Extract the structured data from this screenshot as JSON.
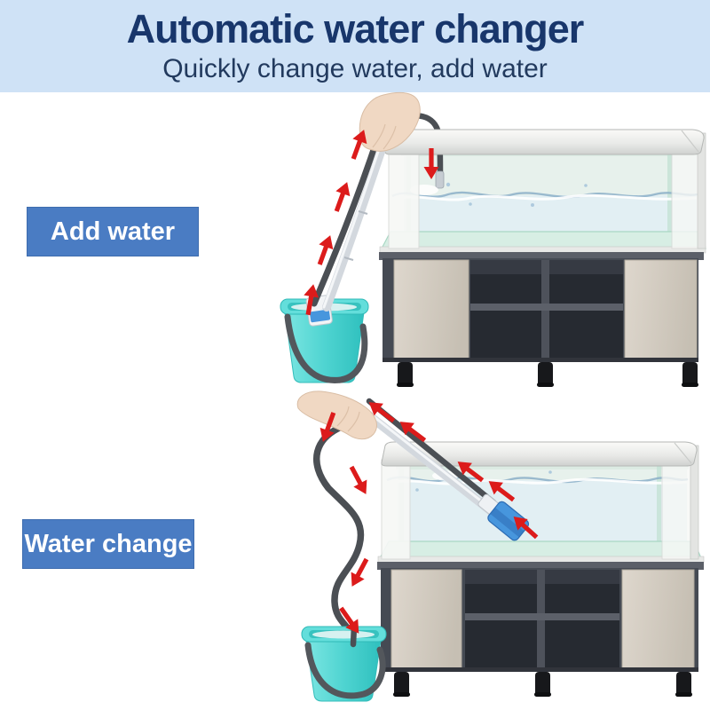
{
  "header": {
    "title": "Automatic water changer",
    "subtitle": "Quickly change water, add water"
  },
  "scenes": [
    {
      "label": "Add water"
    },
    {
      "label": "Water change"
    }
  ],
  "colors": {
    "header_bg": "#cfe2f6",
    "title": "#18366b",
    "subtitle": "#223a5e",
    "label_bg": "#4a7cc3",
    "label_text": "#ffffff",
    "arrow_red": "#dc1b1b",
    "bucket_teal": "#54d6d3",
    "siphon_blue": "#4796dd",
    "hose_gray": "#4b4f54",
    "tube_silver": "#d3d8de",
    "cabinet_dark": "#454a53",
    "cabinet_door": "#d3ccc1",
    "tank_glass": "#e7f1ec",
    "hand_skin": "#f0d8c3"
  }
}
